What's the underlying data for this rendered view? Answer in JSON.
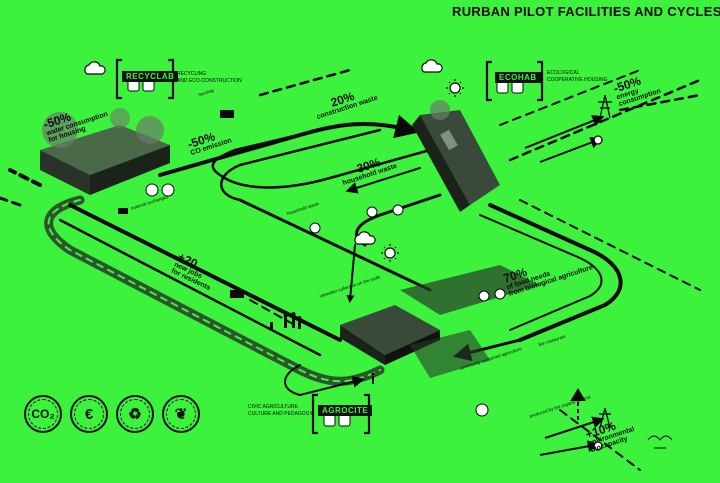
{
  "title": "RURBAN PILOT FACILITIES AND CYCLES",
  "facilities": {
    "recyclab": {
      "name": "RECYCLAB",
      "desc": [
        "RECYCLING",
        "AND ECO-CONSTRUCTION"
      ]
    },
    "ecohab": {
      "name": "ECOHAB",
      "desc": [
        "ECOLOGICAL",
        "COOPERATIVE HOUSING"
      ]
    },
    "agrocite": {
      "name": "AGROCITE",
      "desc": [
        "CIVIC AGRICULTURE",
        "CULTURE AND PEDAGOGY"
      ]
    }
  },
  "stats": {
    "water": {
      "value": "-50%",
      "label": "water consumption",
      "label2": "for housing"
    },
    "co2": {
      "value": "-50%",
      "label": "CO emission"
    },
    "construction": {
      "value": "20%",
      "label": "construction waste"
    },
    "household": {
      "value": "-30%",
      "label": "household waste"
    },
    "energy": {
      "value": "-50%",
      "label": "energy",
      "label2": "consumption"
    },
    "jobs": {
      "value": "+20",
      "label": "new jobs",
      "label2": "for residents"
    },
    "food": {
      "value": "70%",
      "label": "of food needs",
      "label2": "from biological agriculture"
    },
    "bio": {
      "value": "+10%",
      "label": "environmental",
      "label2": "biocapacity"
    }
  },
  "small_labels": {
    "rainwater": "rainwater collection on the roofs",
    "community": "community supported agriculture",
    "bar": "bar restaurant",
    "household_waste": "household waste",
    "produced": "produced by the organic ground",
    "exchanges": "material exchanges",
    "housing": "housing"
  },
  "legend": [
    {
      "name": "co2-legend",
      "glyph": "CO₂"
    },
    {
      "name": "euro-legend",
      "glyph": "€"
    },
    {
      "name": "waste-legend",
      "glyph": "♻"
    },
    {
      "name": "biodiversity-legend",
      "glyph": "❦"
    }
  ],
  "colors": {
    "background": "#3cf23c",
    "ink": "#0a0a0a",
    "badge_text": "#3cf23c"
  }
}
